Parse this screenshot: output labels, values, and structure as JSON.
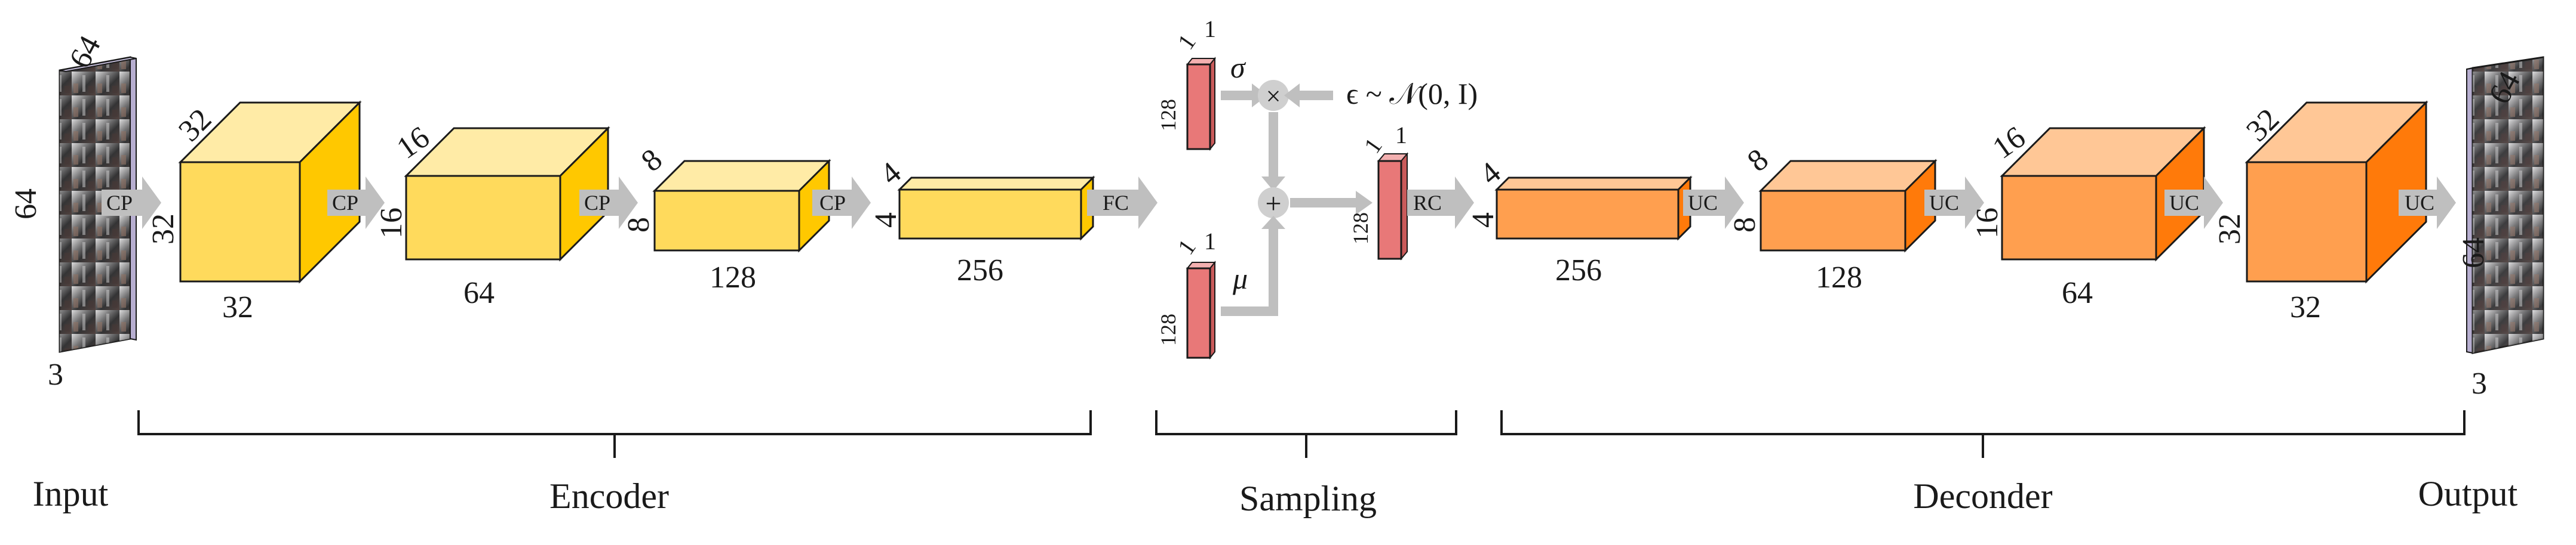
{
  "colors": {
    "encoder_front": "#FFDA5C",
    "encoder_top": "#FFEBA6",
    "encoder_side": "#FFC800",
    "decoder_front": "#FF9F4F",
    "decoder_top": "#FFC796",
    "decoder_side": "#FF7A0A",
    "latent": "#E87878",
    "arrow": "#BFBFBF",
    "image_edge": "#B7AED0"
  },
  "input": {
    "height": "64",
    "width": "64",
    "channels": "3",
    "label": "Input"
  },
  "output": {
    "height": "64",
    "width": "64",
    "channels": "3",
    "label": "Output"
  },
  "encoder": {
    "label": "Encoder",
    "blocks": [
      {
        "depth": "32",
        "height": "32",
        "width": "32"
      },
      {
        "depth": "16",
        "height": "16",
        "width": "64"
      },
      {
        "depth": "8",
        "height": "8",
        "width": "128"
      },
      {
        "depth": "4",
        "height": "4",
        "width": "256"
      }
    ],
    "ops": [
      "CP",
      "CP",
      "CP",
      "CP",
      "FC"
    ]
  },
  "sampling": {
    "label": "Sampling",
    "sigma": {
      "symbol": "σ",
      "size": "128",
      "d1": "1",
      "d2": "1"
    },
    "mu": {
      "symbol": "μ",
      "size": "128",
      "d1": "1",
      "d2": "1"
    },
    "noise": "ϵ ~ 𝒩(0, I)",
    "multiply": "×",
    "add": "+",
    "latent": {
      "size": "128",
      "d1": "1",
      "d2": "1"
    },
    "op": "RC"
  },
  "decoder": {
    "label": "Deconder",
    "blocks": [
      {
        "depth": "4",
        "height": "4",
        "width": "256"
      },
      {
        "depth": "8",
        "height": "8",
        "width": "128"
      },
      {
        "depth": "16",
        "height": "16",
        "width": "64"
      },
      {
        "depth": "32",
        "height": "32",
        "width": "32"
      }
    ],
    "ops": [
      "UC",
      "UC",
      "UC",
      "UC"
    ]
  }
}
